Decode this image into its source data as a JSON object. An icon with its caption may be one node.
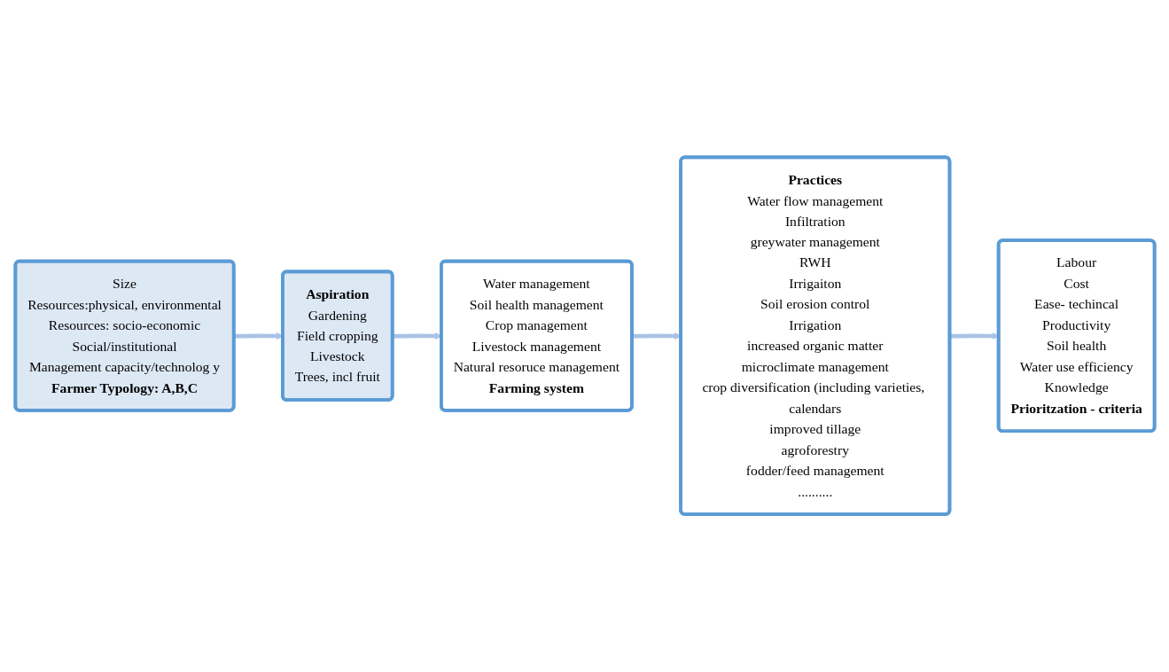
{
  "diagram": {
    "nodes": [
      {
        "text": [
          "Size",
          "Resources:physical, environmental",
          "Resources: socio-economic",
          "Social/institutional",
          "Management capacity/technolog y",
          "Farmer Typology: A,B,C"
        ]
      },
      {
        "text": [
          "Aspiration",
          "Gardening",
          "Field cropping",
          "Livestock",
          "Trees, incl fruit"
        ]
      },
      {
        "text": [
          "Water management",
          "Soil health management",
          "Crop management",
          "Livestock management",
          "Natural resoruce management",
          "Farming system"
        ]
      },
      {
        "text": [
          "Practices",
          "Water flow management",
          "Infiltration",
          "greywater management",
          "RWH",
          "Irrigaiton",
          "Soil erosion control",
          "Irrigation",
          "increased organic matter",
          "microclimate management",
          "crop diversification (including varieties, calendars",
          "improved tillage",
          "agroforestry",
          "fodder/feed management",
          ".........."
        ]
      },
      {
        "text": [
          "Labour",
          "Cost",
          "Ease- techincal",
          "Productivity",
          "Soil health",
          "Water use efficiency",
          "Knowledge",
          "Prioritzation - criteria"
        ]
      }
    ],
    "edges": [
      {
        "from": 0,
        "to": 1,
        "arrow": "to"
      },
      {
        "from": 1,
        "to": 2,
        "arrow": "to"
      },
      {
        "from": 2,
        "to": 3,
        "arrow": "to"
      },
      {
        "from": 3,
        "to": 4,
        "arrow": "to"
      }
    ]
  }
}
